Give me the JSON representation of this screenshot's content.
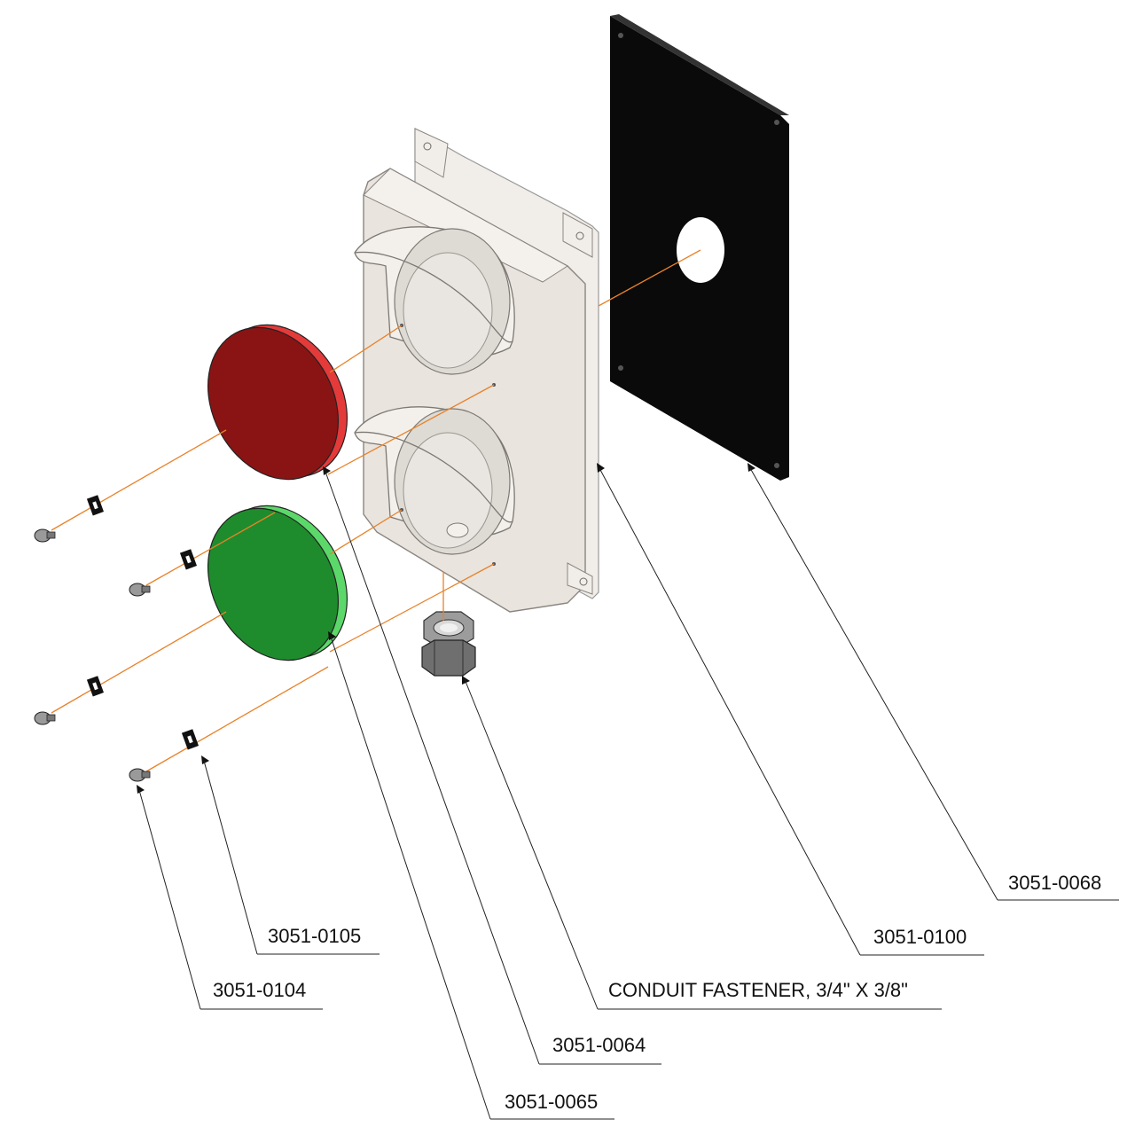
{
  "diagram": {
    "type": "exploded-assembly",
    "colors": {
      "red_lens": "#8a1414",
      "red_lens_rim": "#e53a3a",
      "green_lens": "#1e8c2c",
      "green_lens_rim": "#5cd86a",
      "gasket": "#0a0a0a",
      "housing": "#ece8e2",
      "assembly_lines": "#e8822a",
      "leader_lines": "#222222"
    },
    "parts": [
      {
        "id": "gasket",
        "part_number": "3051-0068"
      },
      {
        "id": "housing",
        "part_number": "3051-0100"
      },
      {
        "id": "conduit-fastener",
        "part_number": "CONDUIT FASTENER, 3/4\" X 3/8\""
      },
      {
        "id": "red-lens",
        "part_number": "3051-0064"
      },
      {
        "id": "green-lens",
        "part_number": "3051-0065"
      },
      {
        "id": "clip",
        "part_number": "3051-0105"
      },
      {
        "id": "screw",
        "part_number": "3051-0104"
      }
    ]
  }
}
